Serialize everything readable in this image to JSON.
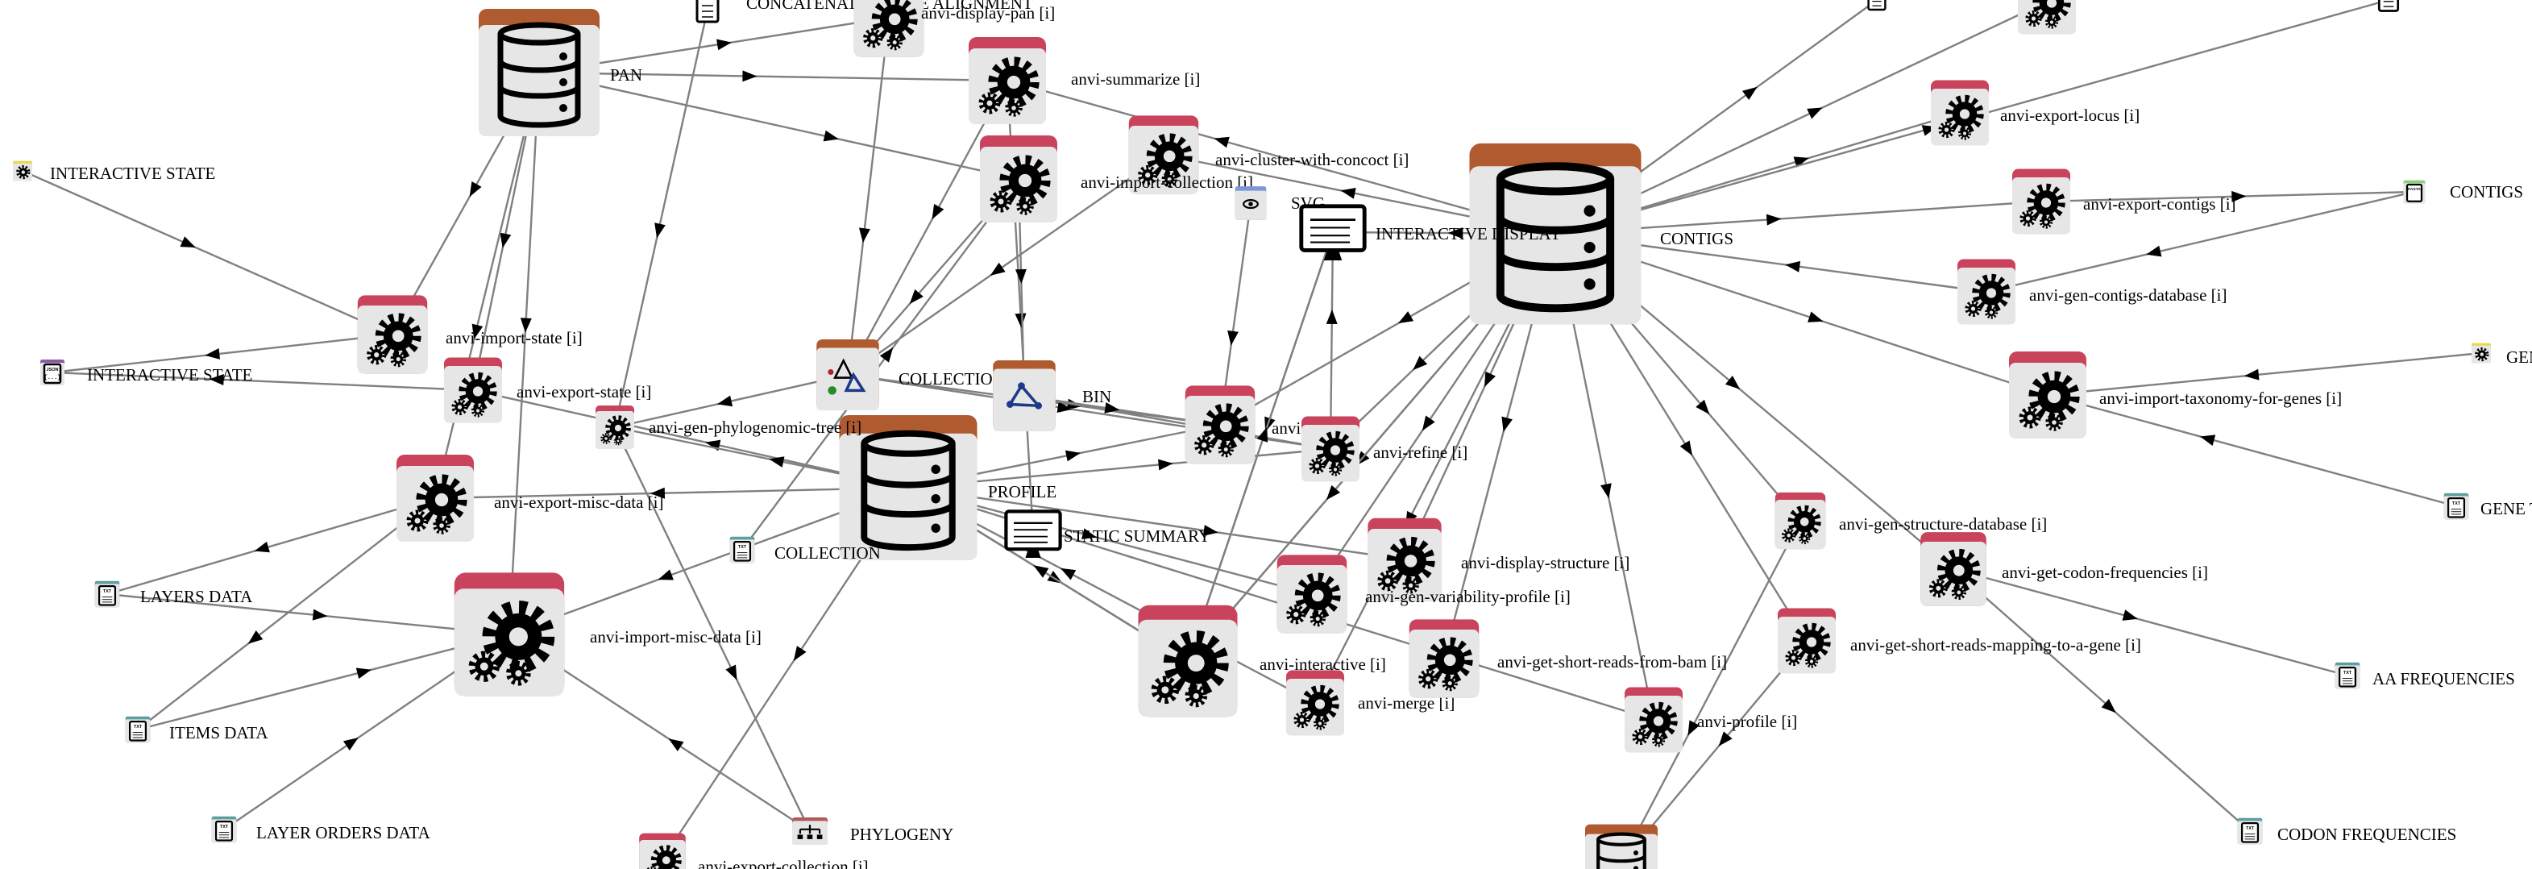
{
  "colors": {
    "program": "#c9435c",
    "db": "#b05a30",
    "txt": "#5f9ea0",
    "json": "#8e5aa8",
    "fasta": "#8ccf7c",
    "state": "#e8d84a",
    "svg": "#7e97d8",
    "collection": "#b05a30",
    "edge": "#808080"
  },
  "nodes": [
    {
      "id": "pan",
      "type": "db",
      "label": "PAN"
    },
    {
      "id": "contigs-db",
      "type": "db",
      "label": "CONTIGS"
    },
    {
      "id": "profile-db",
      "type": "db",
      "label": "PROFILE"
    },
    {
      "id": "concat-aln",
      "type": "doc",
      "label": "CONCATENATED GENE ALIGNMENT"
    },
    {
      "id": "display-pan",
      "type": "program",
      "label": "anvi-display-pan [i]"
    },
    {
      "id": "summarize",
      "type": "program",
      "label": "anvi-summarize [i]"
    },
    {
      "id": "cluster-concoct",
      "type": "program",
      "label": "anvi-cluster-with-concoct [i]"
    },
    {
      "id": "import-collection",
      "type": "program",
      "label": "anvi-import-collection [i]"
    },
    {
      "id": "svg",
      "type": "svg",
      "label": "SVG"
    },
    {
      "id": "interactive-display",
      "type": "monitor",
      "label": "INTERACTIVE DISPLAY"
    },
    {
      "id": "contigs-fasta",
      "type": "fasta",
      "label": "CONTIGS"
    },
    {
      "id": "export-locus",
      "type": "program",
      "label": "anvi-export-locus [i]"
    },
    {
      "id": "export-contigs",
      "type": "program",
      "label": "anvi-export-contigs [i]"
    },
    {
      "id": "gen-contigs-db",
      "type": "program",
      "label": "anvi-gen-contigs-database [i]"
    },
    {
      "id": "import-taxonomy-genes",
      "type": "program",
      "label": "anvi-import-taxonomy-for-genes [i]"
    },
    {
      "id": "genes-state",
      "type": "state",
      "label": "GENES"
    },
    {
      "id": "gene-txt",
      "type": "txt",
      "label": "GENE TAXONOMY"
    },
    {
      "id": "interactive-state",
      "type": "state",
      "label": "INTERACTIVE STATE"
    },
    {
      "id": "interactive-state-json",
      "type": "json",
      "label": "INTERACTIVE STATE"
    },
    {
      "id": "import-state",
      "type": "program",
      "label": "anvi-import-state [i]"
    },
    {
      "id": "export-state",
      "type": "program",
      "label": "anvi-export-state [i]"
    },
    {
      "id": "collection-obj",
      "type": "collection",
      "label": "COLLECTION"
    },
    {
      "id": "bin",
      "type": "bin",
      "label": "BIN"
    },
    {
      "id": "gen-phylo-tree",
      "type": "program",
      "label": "anvi-gen-phylogenomic-tree [i]"
    },
    {
      "id": "split",
      "type": "program",
      "label": "anvi-split [i]"
    },
    {
      "id": "refine",
      "type": "program",
      "label": "anvi-refine [i]"
    },
    {
      "id": "static-summary",
      "type": "monitor",
      "label": "STATIC SUMMARY"
    },
    {
      "id": "export-misc",
      "type": "program",
      "label": "anvi-export-misc-data [i]"
    },
    {
      "id": "collection-txt",
      "type": "txt",
      "label": "COLLECTION"
    },
    {
      "id": "layers-data",
      "type": "txt",
      "label": "LAYERS DATA"
    },
    {
      "id": "import-misc",
      "type": "program",
      "label": "anvi-import-misc-data [i]"
    },
    {
      "id": "items-data",
      "type": "txt",
      "label": "ITEMS DATA"
    },
    {
      "id": "layer-orders",
      "type": "txt",
      "label": "LAYER ORDERS DATA"
    },
    {
      "id": "phylogeny",
      "type": "tree",
      "label": "PHYLOGENY"
    },
    {
      "id": "export-collection",
      "type": "program",
      "label": "anvi-export-collection [i]"
    },
    {
      "id": "display-structure",
      "type": "program",
      "label": "anvi-display-structure [i]"
    },
    {
      "id": "gen-variability",
      "type": "program",
      "label": "anvi-gen-variability-profile [i]"
    },
    {
      "id": "interactive",
      "type": "program",
      "label": "anvi-interactive [i]"
    },
    {
      "id": "merge",
      "type": "program",
      "label": "anvi-merge [i]"
    },
    {
      "id": "short-reads-bam",
      "type": "program",
      "label": "anvi-get-short-reads-from-bam [i]"
    },
    {
      "id": "profile",
      "type": "program",
      "label": "anvi-profile [i]"
    },
    {
      "id": "gen-structure-db",
      "type": "program",
      "label": "anvi-gen-structure-database [i]"
    },
    {
      "id": "codon-freq",
      "type": "program",
      "label": "anvi-get-codon-frequencies [i]"
    },
    {
      "id": "short-reads-mapping",
      "type": "program",
      "label": "anvi-get-short-reads-mapping-to-a-gene [i]"
    },
    {
      "id": "aa-freq",
      "type": "txt",
      "label": "AA FREQUENCIES"
    },
    {
      "id": "codon-freq-txt",
      "type": "txt",
      "label": "CODON FREQUENCIES"
    },
    {
      "id": "big-gear",
      "type": "program",
      "label": ""
    },
    {
      "id": "top-doc-right",
      "type": "doc",
      "label": ""
    },
    {
      "id": "top-gear-right",
      "type": "program",
      "label": ""
    },
    {
      "id": "top-mid-right",
      "type": "doc",
      "label": ""
    },
    {
      "id": "bottom-node",
      "type": "db",
      "label": ""
    }
  ],
  "edges": [
    {
      "from": "pan",
      "to": "summarize"
    },
    {
      "from": "pan",
      "to": "display-pan"
    },
    {
      "from": "pan",
      "to": "import-collection"
    },
    {
      "from": "pan",
      "to": "import-state"
    },
    {
      "from": "pan",
      "to": "export-state"
    },
    {
      "from": "pan",
      "to": "export-misc"
    },
    {
      "from": "pan",
      "to": "import-misc"
    },
    {
      "from": "concat-aln",
      "to": "gen-phylo-tree"
    },
    {
      "from": "display-pan",
      "to": "collection-obj"
    },
    {
      "from": "summarize",
      "to": "collection-obj"
    },
    {
      "from": "summarize",
      "to": "static-summary"
    },
    {
      "from": "import-collection",
      "to": "collection-obj"
    },
    {
      "from": "import-collection",
      "to": "bin"
    },
    {
      "from": "cluster-concoct",
      "to": "collection-obj"
    },
    {
      "from": "svg",
      "to": "split"
    },
    {
      "from": "interactive-display",
      "to": "interactive"
    },
    {
      "from": "contigs-db",
      "to": "cluster-concoct"
    },
    {
      "from": "contigs-db",
      "to": "summarize"
    },
    {
      "from": "contigs-db",
      "to": "display-structure"
    },
    {
      "from": "contigs-db",
      "to": "gen-variability"
    },
    {
      "from": "contigs-db",
      "to": "refine"
    },
    {
      "from": "contigs-db",
      "to": "split"
    },
    {
      "from": "contigs-db",
      "to": "interactive"
    },
    {
      "from": "contigs-db",
      "to": "merge"
    },
    {
      "from": "contigs-db",
      "to": "short-reads-bam"
    },
    {
      "from": "contigs-db",
      "to": "profile"
    },
    {
      "from": "contigs-db",
      "to": "gen-structure-db"
    },
    {
      "from": "contigs-db",
      "to": "codon-freq"
    },
    {
      "from": "contigs-db",
      "to": "short-reads-mapping"
    },
    {
      "from": "contigs-db",
      "to": "export-locus"
    },
    {
      "from": "contigs-db",
      "to": "export-contigs"
    },
    {
      "from": "contigs-db",
      "to": "import-taxonomy-genes"
    },
    {
      "from": "contigs-db",
      "to": "big-gear"
    },
    {
      "from": "contigs-db",
      "to": "top-doc-right"
    },
    {
      "from": "contigs-db",
      "to": "top-gear-right"
    },
    {
      "from": "contigs-db",
      "to": "top-mid-right"
    },
    {
      "from": "contigs-db",
      "to": "interactive-display"
    },
    {
      "from": "export-contigs",
      "to": "contigs-fasta"
    },
    {
      "from": "contigs-fasta",
      "to": "gen-contigs-db"
    },
    {
      "from": "gen-contigs-db",
      "to": "contigs-db"
    },
    {
      "from": "genes-state",
      "to": "import-taxonomy-genes"
    },
    {
      "from": "gene-txt",
      "to": "import-taxonomy-genes"
    },
    {
      "from": "interactive-state",
      "to": "import-state"
    },
    {
      "from": "import-state",
      "to": "interactive-state-json"
    },
    {
      "from": "export-state",
      "to": "interactive-state-json"
    },
    {
      "from": "profile-db",
      "to": "export-state"
    },
    {
      "from": "profile-db",
      "to": "export-misc"
    },
    {
      "from": "profile-db",
      "to": "import-misc"
    },
    {
      "from": "profile-db",
      "to": "gen-phylo-tree"
    },
    {
      "from": "profile-db",
      "to": "split"
    },
    {
      "from": "profile-db",
      "to": "refine"
    },
    {
      "from": "profile-db",
      "to": "gen-variability"
    },
    {
      "from": "profile-db",
      "to": "interactive"
    },
    {
      "from": "profile-db",
      "to": "display-structure"
    },
    {
      "from": "profile-db",
      "to": "export-collection"
    },
    {
      "from": "profile-db",
      "to": "big-gear"
    },
    {
      "from": "collection-obj",
      "to": "split"
    },
    {
      "from": "collection-obj",
      "to": "refine"
    },
    {
      "from": "collection-obj",
      "to": "gen-phylo-tree"
    },
    {
      "from": "bin",
      "to": "refine"
    },
    {
      "from": "bin",
      "to": "split"
    },
    {
      "from": "layers-data",
      "to": "import-misc"
    },
    {
      "from": "items-data",
      "to": "import-misc"
    },
    {
      "from": "layer-orders",
      "to": "import-misc"
    },
    {
      "from": "collection-txt",
      "to": "import-collection"
    },
    {
      "from": "gen-phylo-tree",
      "to": "phylogeny"
    },
    {
      "from": "phylogeny",
      "to": "import-misc"
    },
    {
      "from": "big-gear",
      "to": "profile-db"
    },
    {
      "from": "merge",
      "to": "profile-db"
    },
    {
      "from": "profile",
      "to": "profile-db"
    },
    {
      "from": "interactive",
      "to": "interactive-display"
    },
    {
      "from": "refine",
      "to": "interactive-display"
    },
    {
      "from": "codon-freq",
      "to": "aa-freq"
    },
    {
      "from": "codon-freq",
      "to": "codon-freq-txt"
    },
    {
      "from": "gen-structure-db",
      "to": "bottom-node"
    },
    {
      "from": "short-reads-mapping",
      "to": "bottom-node"
    },
    {
      "from": "export-misc",
      "to": "layers-data"
    },
    {
      "from": "export-misc",
      "to": "items-data"
    }
  ]
}
